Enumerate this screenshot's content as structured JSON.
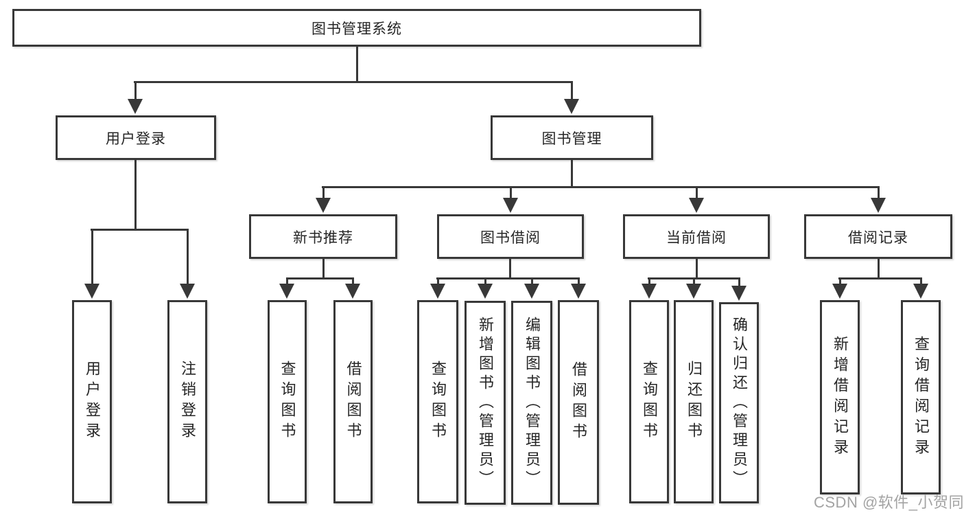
{
  "diagram_title": "图书管理系统",
  "nodes": {
    "root": {
      "label": "图书管理系统"
    },
    "user_login": {
      "label": "用户登录"
    },
    "book_management": {
      "label": "图书管理"
    },
    "new_book_recommend": {
      "label": "新书推荐"
    },
    "book_borrowing": {
      "label": "图书借阅"
    },
    "current_borrowing": {
      "label": "当前借阅"
    },
    "borrowing_records": {
      "label": "借阅记录"
    },
    "user_login_leaf": {
      "label": "用户登录"
    },
    "logout_leaf": {
      "label": "注销登录"
    },
    "query_books_recommend": {
      "label": "查询图书"
    },
    "borrow_books_recommend": {
      "label": "借阅图书"
    },
    "query_books_borrowing": {
      "label": "查询图书"
    },
    "add_books_admin": {
      "label": "新增图书（管理员）"
    },
    "edit_books_admin": {
      "label": "编辑图书（管理员）"
    },
    "borrow_books_borrowing": {
      "label": "借阅图书"
    },
    "query_books_current": {
      "label": "查询图书"
    },
    "return_books": {
      "label": "归还图书"
    },
    "confirm_return_admin": {
      "label": "确认归还（管理员）"
    },
    "add_borrow_record_leaf": {
      "label": "新增借阅记录"
    },
    "query_borrow_record_leaf": {
      "label": "查询借阅记录"
    }
  },
  "hierarchy": {
    "图书管理系统": {
      "用户登录": [
        "用户登录",
        "注销登录"
      ],
      "图书管理": {
        "新书推荐": [
          "查询图书",
          "借阅图书"
        ],
        "图书借阅": [
          "查询图书",
          "新增图书（管理员）",
          "编辑图书（管理员）",
          "借阅图书"
        ],
        "当前借阅": [
          "查询图书",
          "归还图书",
          "确认归还（管理员）"
        ],
        "借阅记录": [
          "新增借阅记录",
          "查询借阅记录"
        ]
      }
    }
  },
  "watermark": "CSDN @软件_小贺同学",
  "colors": {
    "line": "#383838",
    "box_border": "#383838",
    "text": "#262626",
    "watermark": "#a3a3a3",
    "background": "#ffffff"
  }
}
